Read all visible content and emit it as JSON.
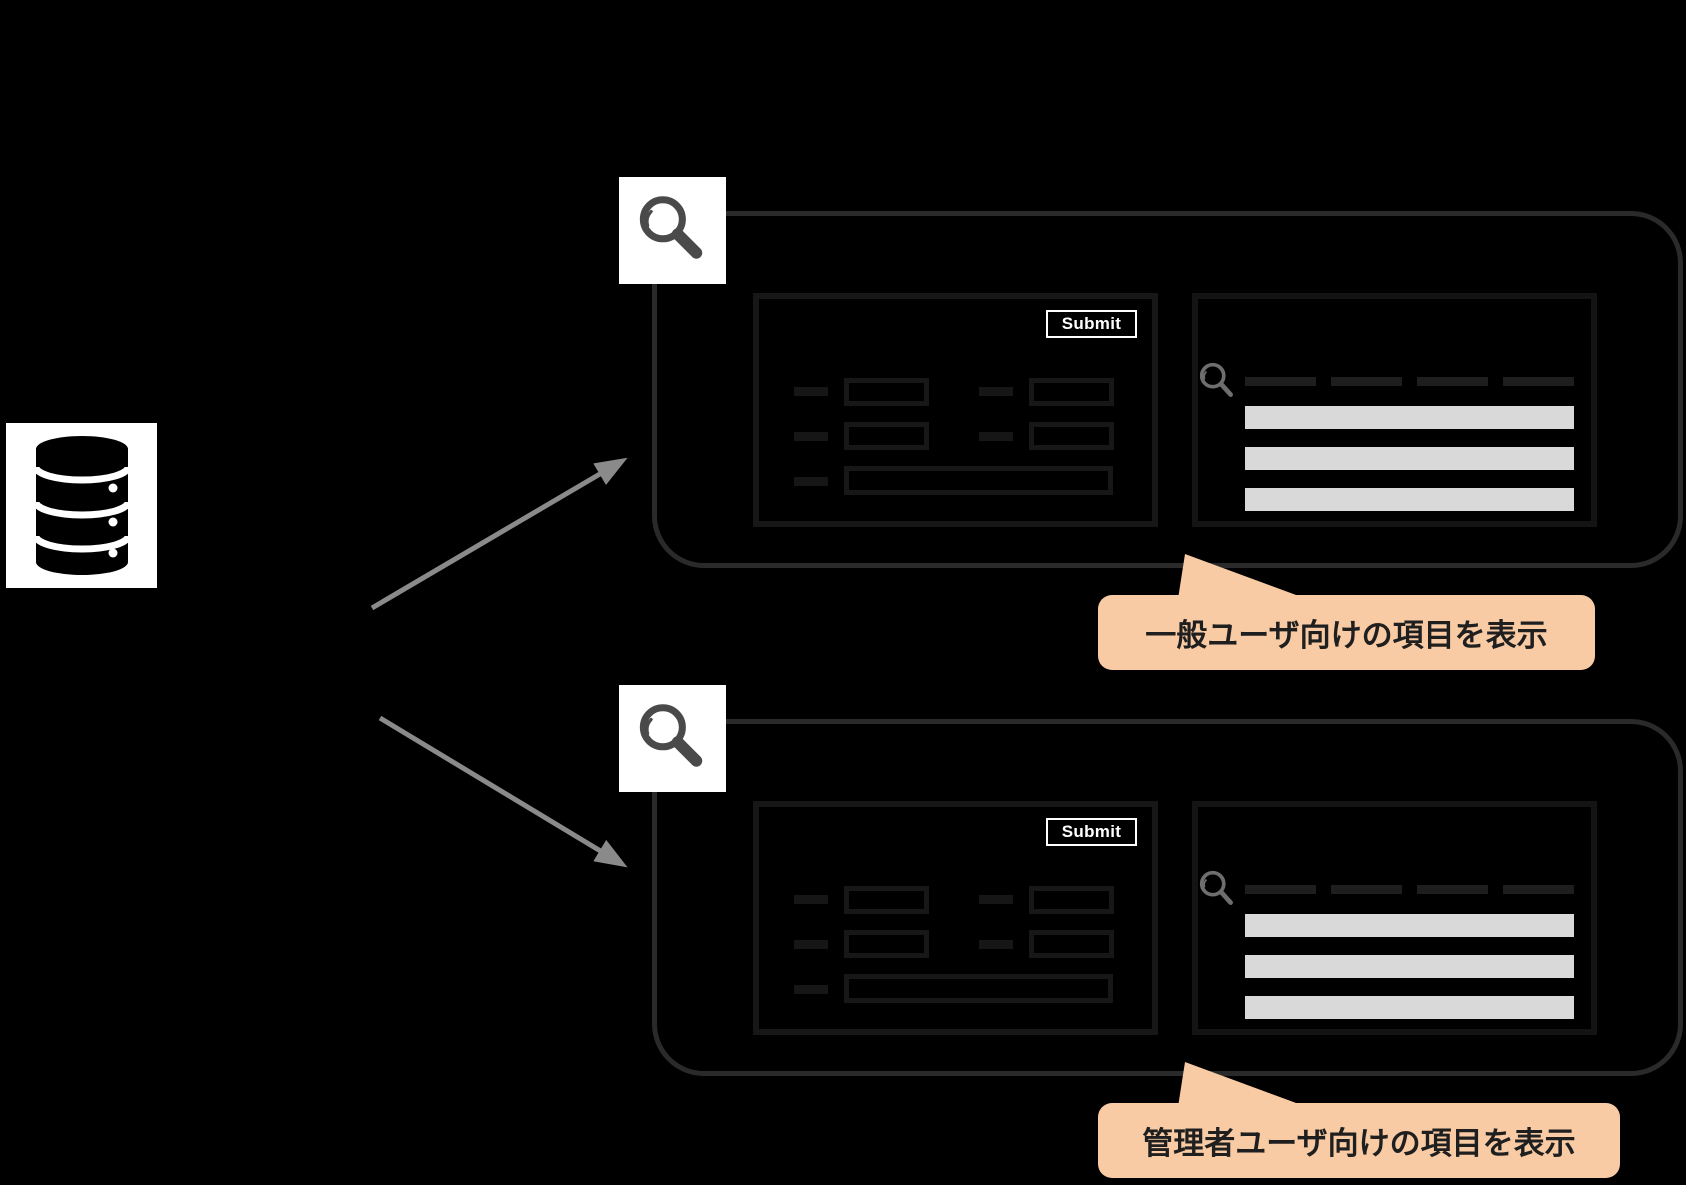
{
  "diagram": {
    "background": "#000000",
    "colors": {
      "screen_frame": "#2A2A2A",
      "panel_border": "#171717",
      "result_bar": "#D9D9D9",
      "callout_bg": "#F8CBA4",
      "callout_text": "#1F1F1F",
      "arrow": "#8A8A8A",
      "icon_dark": "#4A4A4A"
    },
    "database": {
      "icon": "database-cylinder-icon"
    },
    "flows": [
      {
        "id": "general-user",
        "screen_icon": "search-icon",
        "form": {
          "submit_label": "Submit",
          "field_rows": 3
        },
        "results": {
          "icon": "search-icon",
          "bar_count": 3
        },
        "callout": {
          "text": "一般ユーザ向けの項目を表示"
        }
      },
      {
        "id": "admin-user",
        "screen_icon": "search-icon",
        "form": {
          "submit_label": "Submit",
          "field_rows": 3
        },
        "results": {
          "icon": "search-icon",
          "bar_count": 3
        },
        "callout": {
          "text": "管理者ユーザ向けの項目を表示"
        }
      }
    ]
  }
}
